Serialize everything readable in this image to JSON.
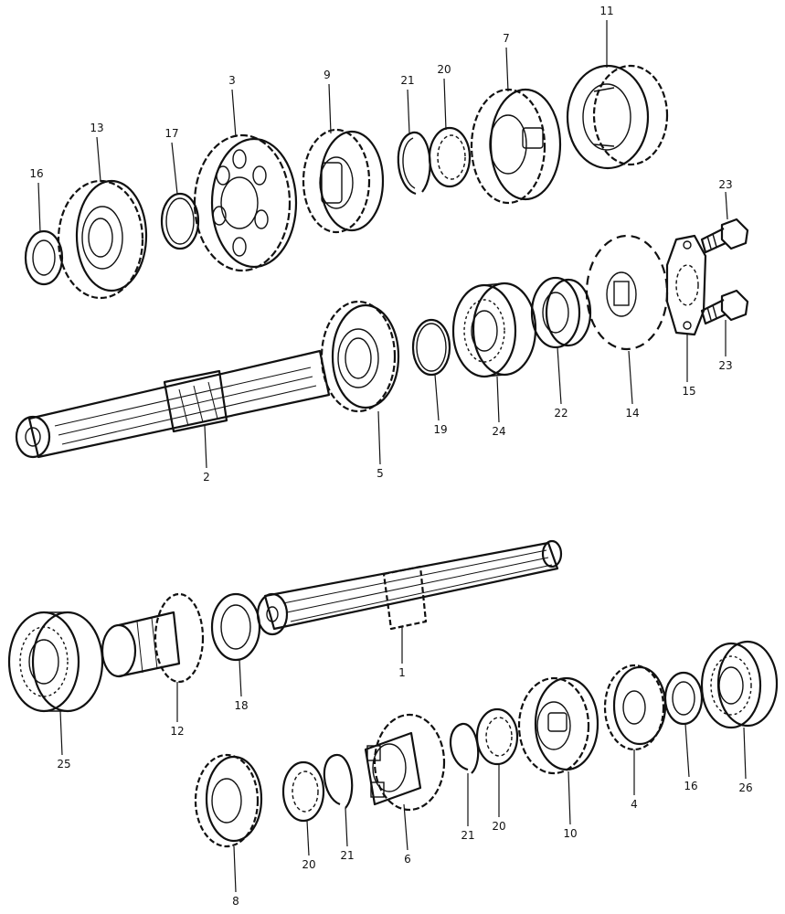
{
  "callouts": {
    "c1": "1",
    "c2": "2",
    "c3": "3",
    "c4": "4",
    "c5": "5",
    "c6": "6",
    "c7": "7",
    "c8": "8",
    "c9": "9",
    "c10": "10",
    "c11": "11",
    "c12": "12",
    "c13": "13",
    "c14": "14",
    "c15": "15",
    "c16a": "16",
    "c16b": "16",
    "c17": "17",
    "c18": "18",
    "c19": "19",
    "c20a": "20",
    "c20b": "20",
    "c20c": "20",
    "c21a": "21",
    "c21b": "21",
    "c21c": "21",
    "c22": "22",
    "c23a": "23",
    "c23b": "23",
    "c24": "24",
    "c25": "25",
    "c26": "26"
  }
}
